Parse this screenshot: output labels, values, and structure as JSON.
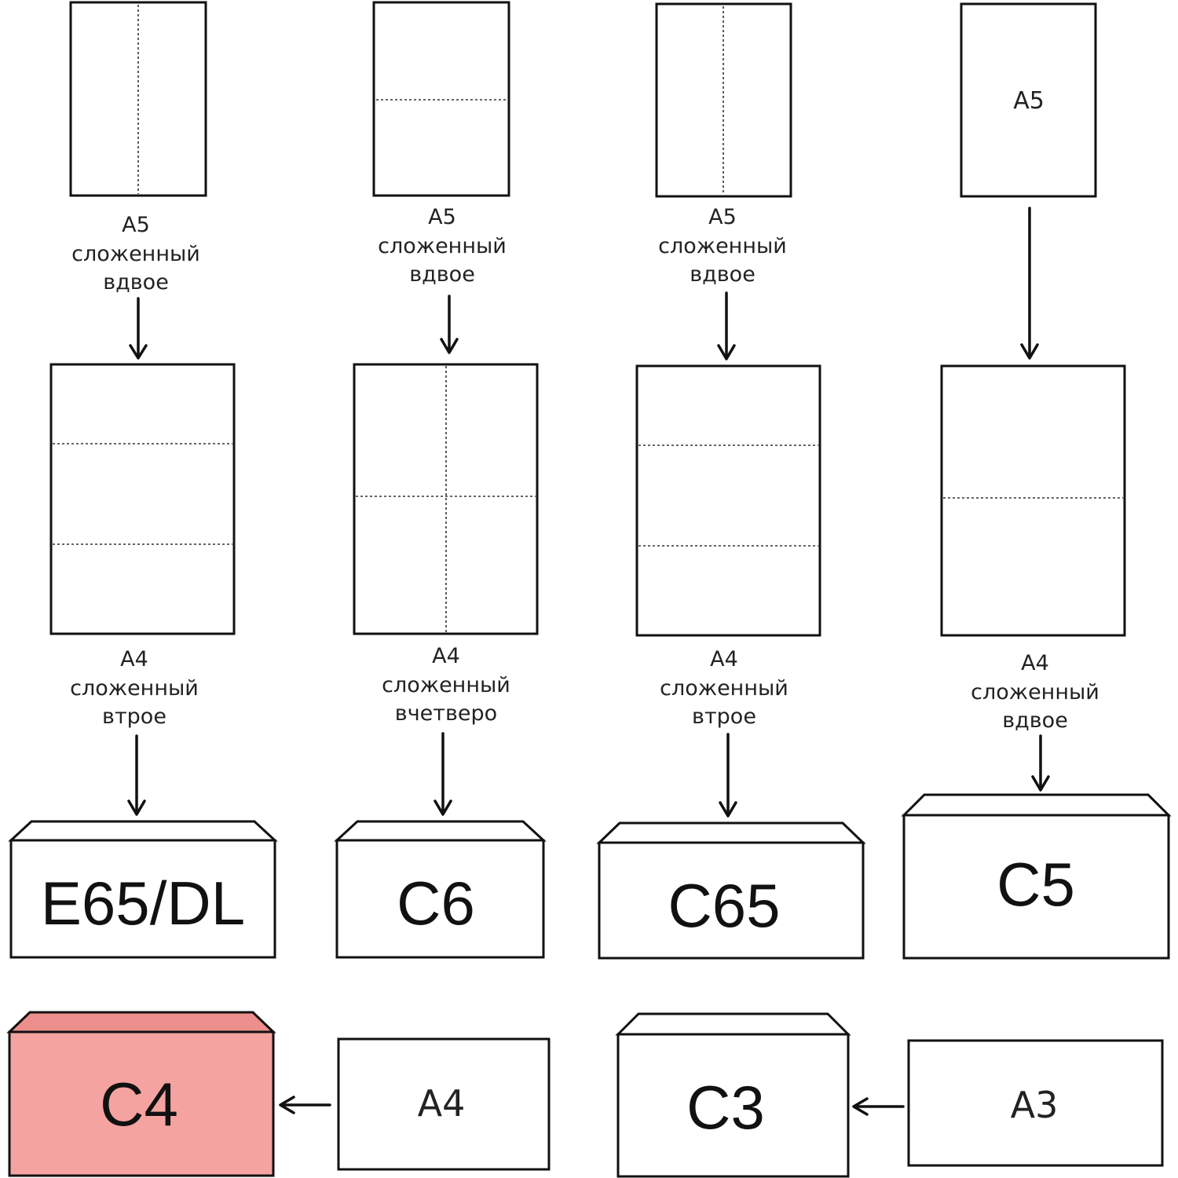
{
  "columns": [
    {
      "top_sheet": {
        "label": "",
        "fold": "vertical"
      },
      "top_caption": [
        "A5",
        "сложенный",
        "вдвое"
      ],
      "mid_sheet": {
        "fold": "three-horizontal"
      },
      "mid_caption": [
        "A4",
        "сложенный",
        "втрое"
      ],
      "envelope": {
        "label": "E65/DL"
      }
    },
    {
      "top_sheet": {
        "label": "",
        "fold": "horizontal"
      },
      "top_caption": [
        "A5",
        "сложенный",
        "вдвое"
      ],
      "mid_sheet": {
        "fold": "cross"
      },
      "mid_caption": [
        "A4",
        "сложенный",
        "вчетверо"
      ],
      "envelope": {
        "label": "C6"
      }
    },
    {
      "top_sheet": {
        "label": "",
        "fold": "vertical"
      },
      "top_caption": [
        "A5",
        "сложенный",
        "вдвое"
      ],
      "mid_sheet": {
        "fold": "three-horizontal"
      },
      "mid_caption": [
        "A4",
        "сложенный",
        "втрое"
      ],
      "envelope": {
        "label": "C65"
      }
    },
    {
      "top_sheet": {
        "label": "A5",
        "fold": "none"
      },
      "top_caption": [],
      "mid_sheet": {
        "fold": "one-horizontal"
      },
      "mid_caption": [
        "A4",
        "сложенный",
        "вдвое"
      ],
      "envelope": {
        "label": "C5"
      }
    }
  ],
  "bottom_row": [
    {
      "envelope": "C4",
      "sheet": "A4",
      "highlight": true
    },
    {
      "envelope": "C3",
      "sheet": "A3",
      "highlight": false
    }
  ],
  "colors": {
    "line": "#111111",
    "highlight_fill": "#f5a3a0",
    "highlight_flap": "#ec8f8c"
  }
}
